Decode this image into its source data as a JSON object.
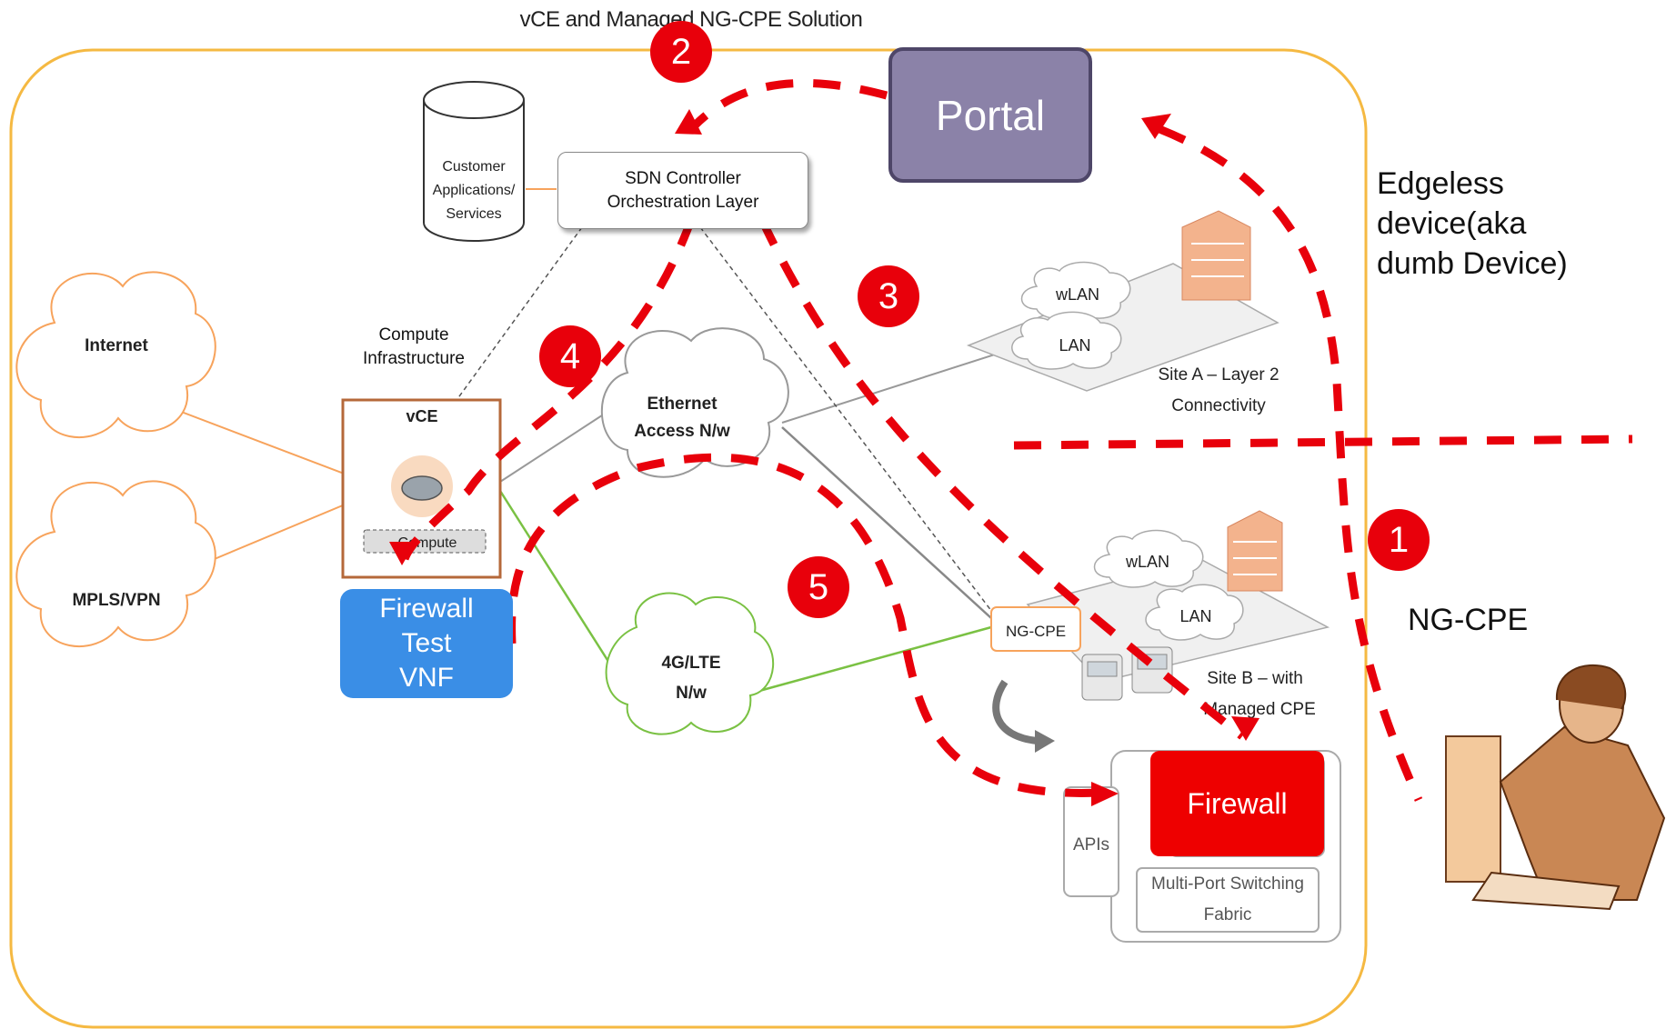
{
  "diagram": {
    "title": "vCE and Managed NG-CPE Solution",
    "portal_label": "Portal",
    "sdn": {
      "line1": "SDN Controller",
      "line2": "Orchestration Layer"
    },
    "customer_db": [
      "Customer",
      "Applications/",
      "Services"
    ],
    "clouds": {
      "internet": "Internet",
      "mpls": "MPLS/VPN",
      "ethernet": [
        "Ethernet",
        "Access N/w"
      ],
      "lte": [
        "4G/LTE",
        "N/w"
      ],
      "wlan_a": "wLAN",
      "lan_a": "LAN",
      "wlan_b": "wLAN",
      "lan_b": "LAN"
    },
    "compute_infra": [
      "Compute",
      "Infrastructure"
    ],
    "vce_label": "vCE",
    "compute_label": "Compute",
    "firewall_test_vnf": [
      "Firewall",
      "Test",
      "VNF"
    ],
    "site_a": [
      "Site A – Layer 2",
      "Connectivity"
    ],
    "site_b": [
      "Site B – with",
      "Managed CPE"
    ],
    "ng_cpe_box": "NG-CPE",
    "apis": "APIs",
    "switching_fabric": [
      "Multi-Port Switching",
      "Fabric"
    ],
    "firewall": "Firewall",
    "edgeless": [
      "Edgeless",
      "device(aka",
      "dumb Device)"
    ],
    "ng_cpe_side": "NG-CPE",
    "steps": [
      "1",
      "2",
      "3",
      "4",
      "5"
    ],
    "colors": {
      "frame": "#f5b942",
      "dash": "#e8000b",
      "portal": "#8b82a8",
      "vnf": "#3a8ee6",
      "firewall": "#ee0000",
      "lte_link": "#7ac143",
      "internet_link": "#f7a35c"
    }
  }
}
